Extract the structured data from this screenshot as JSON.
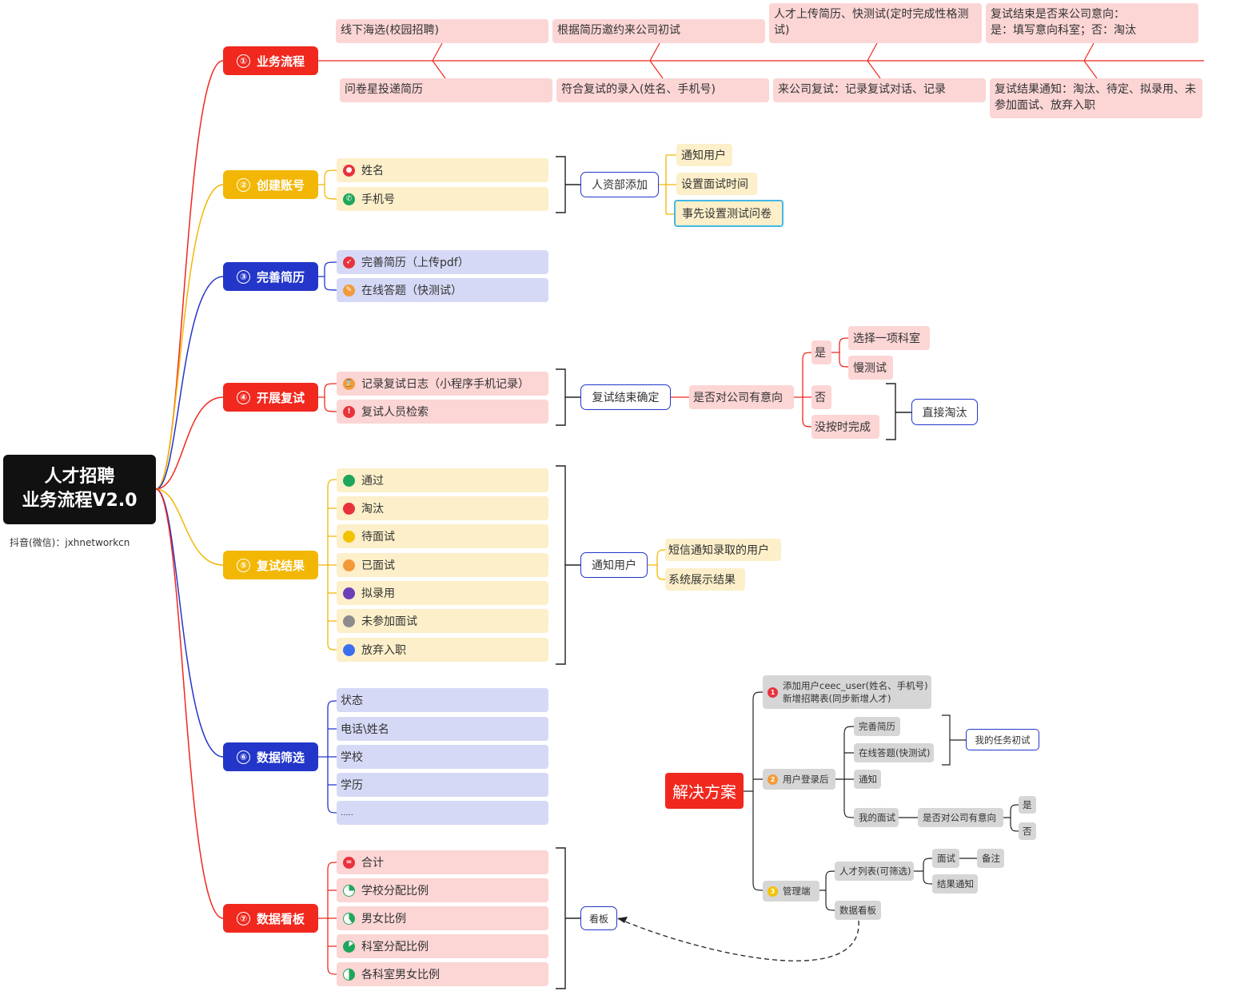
{
  "root": {
    "line1": "人才招聘",
    "line2": "业务流程V2.0",
    "credit": "抖音(微信)：jxhnetworkcn"
  },
  "branches": [
    {
      "num": "①",
      "label": "业务流程"
    },
    {
      "num": "②",
      "label": "创建账号"
    },
    {
      "num": "③",
      "label": "完善简历"
    },
    {
      "num": "④",
      "label": "开展复试"
    },
    {
      "num": "⑤",
      "label": "复试结果"
    },
    {
      "num": "⑥",
      "label": "数据筛选"
    },
    {
      "num": "⑦",
      "label": "数据看板"
    }
  ],
  "flow": {
    "top": [
      "线下海选(校园招聘)",
      "根据简历邀约来公司初试",
      "人才上传简历、快测试(定时完成性格测试)",
      "复试结束是否来公司意向：\n是：填写意向科室；否：淘汰"
    ],
    "bottom": [
      "问卷星投递简历",
      "符合复试的录入(姓名、手机号)",
      "来公司复试：记录复试对话、记录",
      "复试结果通知：淘汰、待定、拟录用、未参加面试、放弃入职"
    ]
  },
  "account": {
    "fields": [
      "姓名",
      "手机号"
    ],
    "hub": "人资部添加",
    "actions": [
      "通知用户",
      "设置面试时间",
      "事先设置测试问卷"
    ]
  },
  "resume": {
    "items": [
      "完善简历（上传pdf）",
      "在线答题（快测试）"
    ]
  },
  "retest": {
    "items": [
      "记录复试日志（小程序手机记录）",
      "复试人员检索"
    ],
    "hub": "复试结束确定",
    "question": "是否对公司有意向",
    "yes": "是",
    "yes_opts": [
      "选择一项科室",
      "慢测试"
    ],
    "no": "否",
    "timeout": "没按时完成",
    "result": "直接淘汰"
  },
  "results": {
    "items": [
      {
        "label": "通过",
        "color": "#1ea65a"
      },
      {
        "label": "淘汰",
        "color": "#e8323c"
      },
      {
        "label": "待面试",
        "color": "#f2c300"
      },
      {
        "label": "已面试",
        "color": "#f29a3a"
      },
      {
        "label": "拟录用",
        "color": "#6a3fb8"
      },
      {
        "label": "未参加面试",
        "color": "#8c8c8c"
      },
      {
        "label": "放弃入职",
        "color": "#3b6ff0"
      }
    ],
    "hub": "通知用户",
    "actions": [
      "短信通知录取的用户",
      "系统展示结果"
    ]
  },
  "filter": {
    "items": [
      "状态",
      "电话\\姓名",
      "学校",
      "学历",
      "....."
    ]
  },
  "dashboard": {
    "items": [
      "合计",
      "学校分配比例",
      "男女比例",
      "科室分配比例",
      "各科室男女比例"
    ],
    "hub": "看板"
  },
  "solution": {
    "title": "解决方案",
    "s1": {
      "num": "1",
      "line1": "添加用户ceec_user(姓名、手机号)",
      "line2": "新增招聘表(同步新增人才)"
    },
    "s2": {
      "num": "2",
      "label": "用户登录后",
      "children": [
        "完善简历",
        "在线答题(快测试)",
        "通知",
        "我的面试"
      ],
      "task": "我的任务初试",
      "question": "是否对公司有意向",
      "yes": "是",
      "no": "否"
    },
    "s3": {
      "num": "3",
      "label": "管理端",
      "list": "人才列表(可筛选)",
      "interview": "面试",
      "note": "备注",
      "notify": "结果通知",
      "board": "数据看板"
    }
  }
}
